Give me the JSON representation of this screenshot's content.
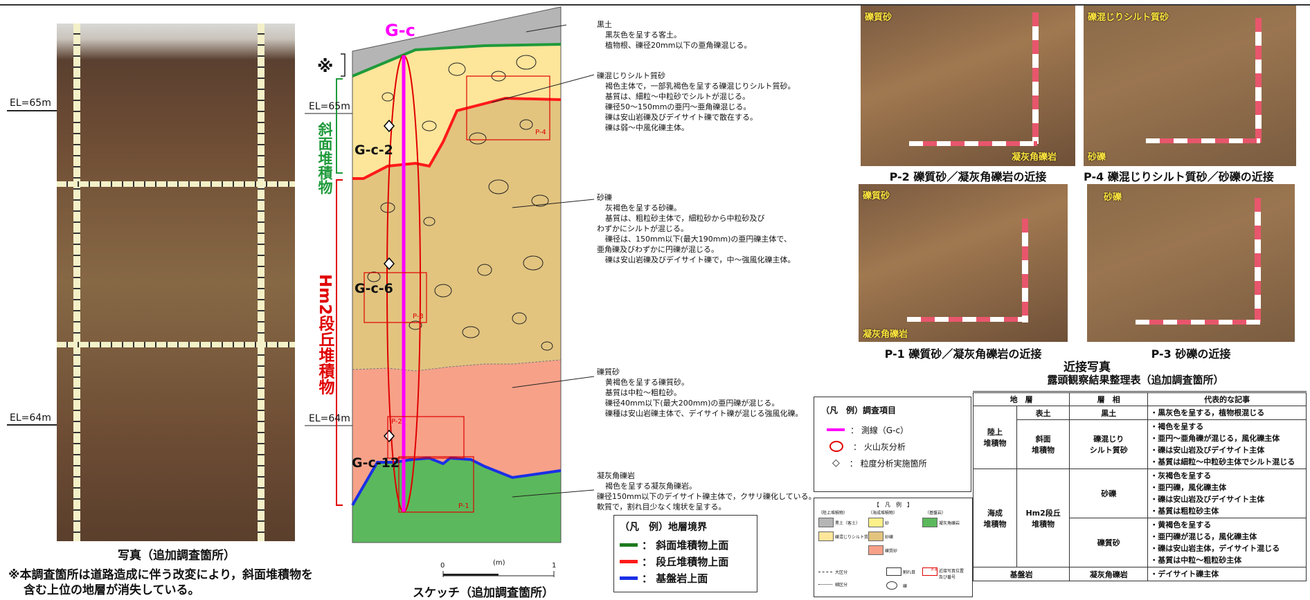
{
  "main_photo": {
    "el_upper": "EL=65m",
    "el_lower": "EL=64m",
    "caption": "写真（追加調査箇所）"
  },
  "bottom_note": {
    "line1": "※本調査箇所は道路造成に伴う改変により，斜面堆積物を",
    "line2": "含む上位の地層が消失している。"
  },
  "sketch": {
    "survey_line": "G-c",
    "mark": "※",
    "el_upper": "EL=65m",
    "el_lower": "EL=64m",
    "label_slope": "斜面堆積物",
    "label_terrace": "Hm2段丘堆積物",
    "point1": "G-c-2",
    "point2": "G-c-6",
    "point3": "G-c-12",
    "box_p1": "P-1",
    "box_p2": "P-2",
    "box_p3": "P-3",
    "box_p4": "P-4",
    "scale_zero": "0",
    "scale_unit": "(m)",
    "scale_one": "1",
    "caption": "スケッチ（追加調査箇所）"
  },
  "descriptions": {
    "kuroboku": {
      "title": "黒土",
      "lines": [
        "黒灰色を呈する客土。",
        "植物根、礫径20mm以下の亜角礫混じる。"
      ]
    },
    "silt": {
      "title": "礫混じりシルト質砂",
      "lines": [
        "褐色主体で，一部乳褐色を呈する礫混じりシルト質砂。",
        "基質は、細粒～中粒砂でシルトが混じる。",
        "礫径50～150mmの亜円～亜角礫混じる。",
        "礫は安山岩礫及びデイサイト礫で散在する。",
        "礫は弱～中風化礫主体。"
      ]
    },
    "gravel": {
      "title": "砂礫",
      "line1": "灰褐色を呈する砂礫。",
      "line2": "基質は、粗粒砂主体で，細粒砂から中粒砂及び",
      "line3": "わずかにシルトが混じる。",
      "line4": "礫径は、150mm以下(最大190mm)の亜円礫主体で、",
      "line5": "亜角礫及びわずかに円礫が混じる。",
      "line6": "礫は安山岩礫及びデイサイト礫で，中～強風化礫主体。"
    },
    "gsand": {
      "title": "礫質砂",
      "lines": [
        "黄褐色を呈する礫質砂。",
        "基質は中粒～粗粒砂。",
        "礫径40mm以下(最大200mm)の亜円礫が混じる。",
        "礫種は安山岩礫主体で、デイサイト礫が混じる強風化礫。"
      ]
    },
    "tuff": {
      "title": "凝灰角礫岩",
      "lines": [
        "褐色を呈する凝灰角礫岩。",
        "礫径150mm以下のデイサイト礫主体で，クサリ礫化している。",
        "軟質で，割れ目少なく塊状を呈する。"
      ]
    }
  },
  "boundary_legend": {
    "title": "（凡　例）地層境界",
    "items": [
      {
        "label": "：  斜面堆積物上面",
        "color": "#1f7a1f"
      },
      {
        "label": "：  段丘堆積物上面",
        "color": "#ff1a1a"
      },
      {
        "label": "：  基盤岩上面",
        "color": "#1a2fe6"
      }
    ]
  },
  "survey_legend": {
    "title": "（凡　例）調査項目",
    "item1": "：  測線（G-c）",
    "item2": "：  火山灰分析",
    "item3": "：  粒度分析実施箇所",
    "line_color": "#ff00ff",
    "circle_color": "#e00000"
  },
  "closeups": {
    "p2": {
      "label_top": "礫質砂",
      "label_bottom": "凝灰角礫岩",
      "caption": "P-2  礫質砂／凝灰角礫岩の近接"
    },
    "p4": {
      "label_top": "礫混じりシルト質砂",
      "label_bottom": "砂礫",
      "caption": "P-4  礫混じりシルト質砂／砂礫の近接"
    },
    "p1": {
      "label_top": "礫質砂",
      "label_bottom": "凝灰角礫岩",
      "caption": "P-1  礫質砂／凝灰角礫岩の近接"
    },
    "p3": {
      "label_top": "砂礫",
      "caption": "P-3  砂礫の近接"
    },
    "group_caption": "近接写真"
  },
  "table": {
    "title": "露頭観察結果整理表（追加調査箇所）",
    "headers": [
      "地　層",
      "層　相",
      "代表的な記事"
    ],
    "rows": {
      "topsoil": {
        "sub": "表土",
        "facies": "黒土",
        "note": "・黒灰色を呈する，植物根混じる"
      },
      "land": {
        "group": "陸上\n堆積物",
        "sub": "斜面\n堆積物",
        "facies": "礫混じり\nシルト質砂",
        "notes": [
          "・褐色を呈する",
          "・亜円～亜角礫が混じる，風化礫主体",
          "・礫は安山岩及びデイサイト主体",
          "・基質は細粒～中粒砂主体でシルト混じる"
        ]
      },
      "gravel": {
        "group": "海成\n堆積物",
        "sub": "Hm2段丘\n堆積物",
        "facies": "砂礫",
        "notes": [
          "・灰褐色を呈する",
          "・亜円礫，風化礫主体",
          "・礫は安山岩及びデイサイト主体",
          "・基質は粗粒砂主体"
        ]
      },
      "gsand": {
        "facies": "礫質砂",
        "notes": [
          "・黄褐色を呈する",
          "・亜円礫が混じる，風化礫主体",
          "・礫は安山岩主体，デイサイト混じる",
          "・基質は中粒～粗粒砂主体"
        ]
      },
      "bedrock": {
        "group": "基盤岩",
        "facies": "凝灰角礫岩",
        "note": "・デイサイト礫主体"
      }
    }
  },
  "mini_legend": {
    "title": "【　凡　例　】",
    "col1": "（陸上堆積物）",
    "col2": "（海成堆積物）",
    "col3": "（基盤岩）",
    "kuroboku": "黒土（客土）",
    "silt": "礫混じりシルト質砂",
    "sand": "砂",
    "gravel": "砂礫",
    "gsand": "礫質砂",
    "tuff": "凝灰角礫岩",
    "big": "大区分",
    "small": "細区分",
    "crack": "割れ目",
    "photo": "近接写真位置\n及び番号",
    "photo_no": "P-4",
    "gravel_sym": "礫"
  }
}
